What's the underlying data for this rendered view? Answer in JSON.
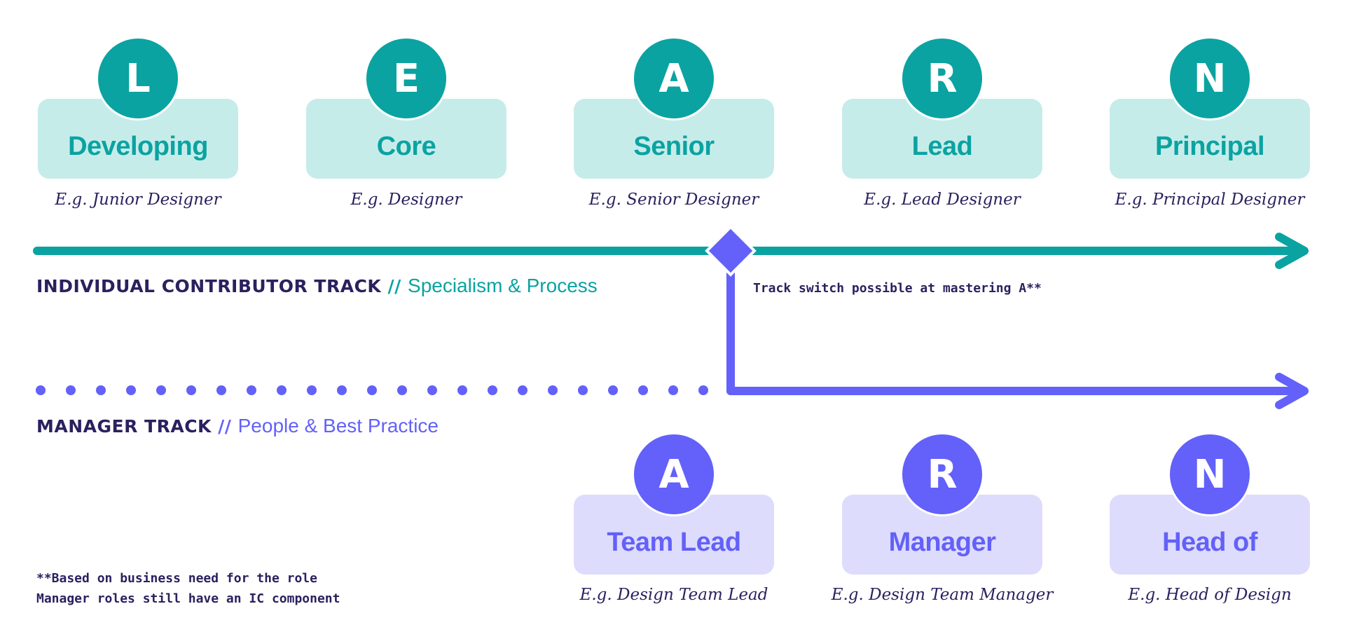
{
  "colors": {
    "ic_primary": "#0aa3a1",
    "ic_light": "#c6ecea",
    "manager_primary": "#6361f9",
    "manager_light": "#dedcfc",
    "text_dark": "#2a215f"
  },
  "ic_levels": [
    {
      "letter": "L",
      "title": "Developing",
      "example": "E.g.  Junior Designer"
    },
    {
      "letter": "E",
      "title": "Core",
      "example": "E.g.  Designer"
    },
    {
      "letter": "A",
      "title": "Senior",
      "example": "E.g. Senior Designer"
    },
    {
      "letter": "R",
      "title": "Lead",
      "example": "E.g.  Lead Designer"
    },
    {
      "letter": "N",
      "title": "Principal",
      "example": "E.g.  Principal Designer"
    }
  ],
  "manager_levels": [
    {
      "letter": "A",
      "title": "Team Lead",
      "example": "E.g. Design Team Lead"
    },
    {
      "letter": "R",
      "title": "Manager",
      "example": "E.g.  Design Team Manager"
    },
    {
      "letter": "N",
      "title": "Head of",
      "example": "E.g.  Head of Design"
    }
  ],
  "ic_track": {
    "name": "INDIVIDUAL CONTRIBUTOR TRACK",
    "separator": "//",
    "subtitle": "Specialism & Process"
  },
  "manager_track": {
    "name": "MANAGER TRACK",
    "separator": "//",
    "subtitle": "People & Best Practice"
  },
  "track_switch_note": "Track switch possible at mastering A**",
  "footnotes": [
    "**Based on business need for the role",
    "Manager roles still have an IC component"
  ]
}
